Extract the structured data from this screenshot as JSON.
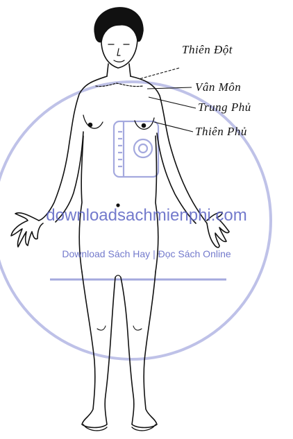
{
  "labels": [
    {
      "id": "thien-dot",
      "text": "Thiên Đột"
    },
    {
      "id": "van-mon",
      "text": "Vân Môn"
    },
    {
      "id": "trung-phu",
      "text": "Trung Phủ"
    },
    {
      "id": "thien-phu",
      "text": "Thiên Phủ"
    }
  ],
  "watermark": {
    "site": "downloadsachmienphi.com",
    "tagline": "Download Sách Hay | Đọc Sách Online",
    "color": "#5b63c4",
    "icon": "book-icon"
  }
}
